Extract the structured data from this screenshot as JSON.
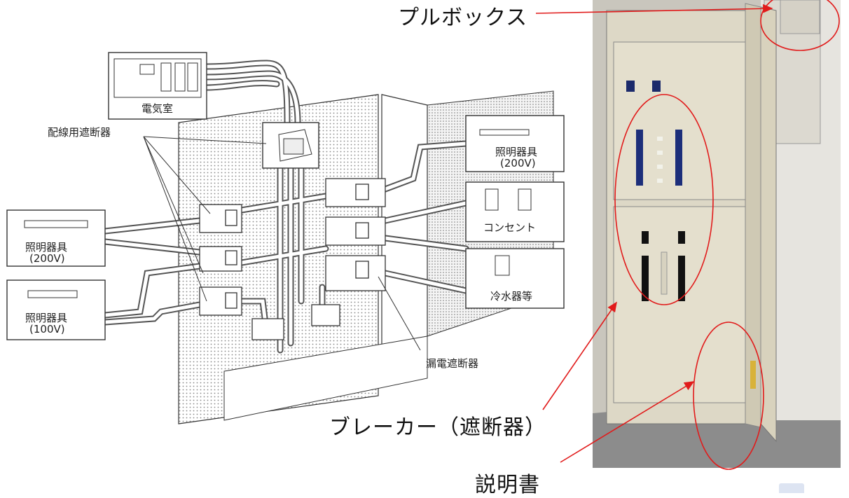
{
  "diagram": {
    "labels": {
      "electric_room": "電気室",
      "mccb": "配線用遮断器",
      "lighting_200v_right": "照明器具",
      "lighting_200v_right_volt": "(200V)",
      "outlet": "コンセント",
      "water_cooler": "冷水器等",
      "lighting_200v_left": "照明器具",
      "lighting_200v_left_volt": "(200V)",
      "lighting_100v": "照明器具",
      "lighting_100v_volt": "(100V)",
      "elcb": "漏電遮断器"
    }
  },
  "callouts": {
    "pull_box": "プルボックス",
    "breaker": "ブレーカー（遮断器）",
    "manual": "説明書"
  },
  "colors": {
    "callout_red": "#e11b1b",
    "cabinet_beige": "#ddd8c6",
    "floor_grey": "#8c8c8c"
  }
}
